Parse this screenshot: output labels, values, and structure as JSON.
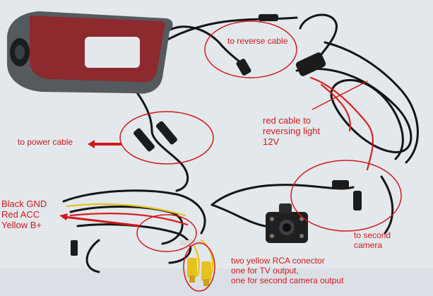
{
  "colors": {
    "background": "#e3e8ed",
    "annotation_red": "#d11a1a",
    "cable_black": "#141414",
    "cable_red": "#d82020",
    "cable_yellow": "#e5c21d",
    "device_red_pad": "#8c2a2e",
    "device_gray": "#555a5f"
  },
  "objects": [
    "dash-camera-icon",
    "rear-camera-icon",
    "power-connector-icon",
    "rca-connector-icon"
  ],
  "annotations": {
    "reverse_cable": [
      "to reverse cable"
    ],
    "red_cable": [
      "red cable to",
      "reversing light",
      "12V"
    ],
    "power_cable": [
      "to power cable"
    ],
    "wire_colors": [
      "Black  GND",
      "Red   ACC",
      "Yellow B+"
    ],
    "second_camera": [
      "to second",
      "camera"
    ],
    "rca": [
      "two yellow RCA conector",
      "one for TV output,",
      "one for second camera output"
    ]
  }
}
